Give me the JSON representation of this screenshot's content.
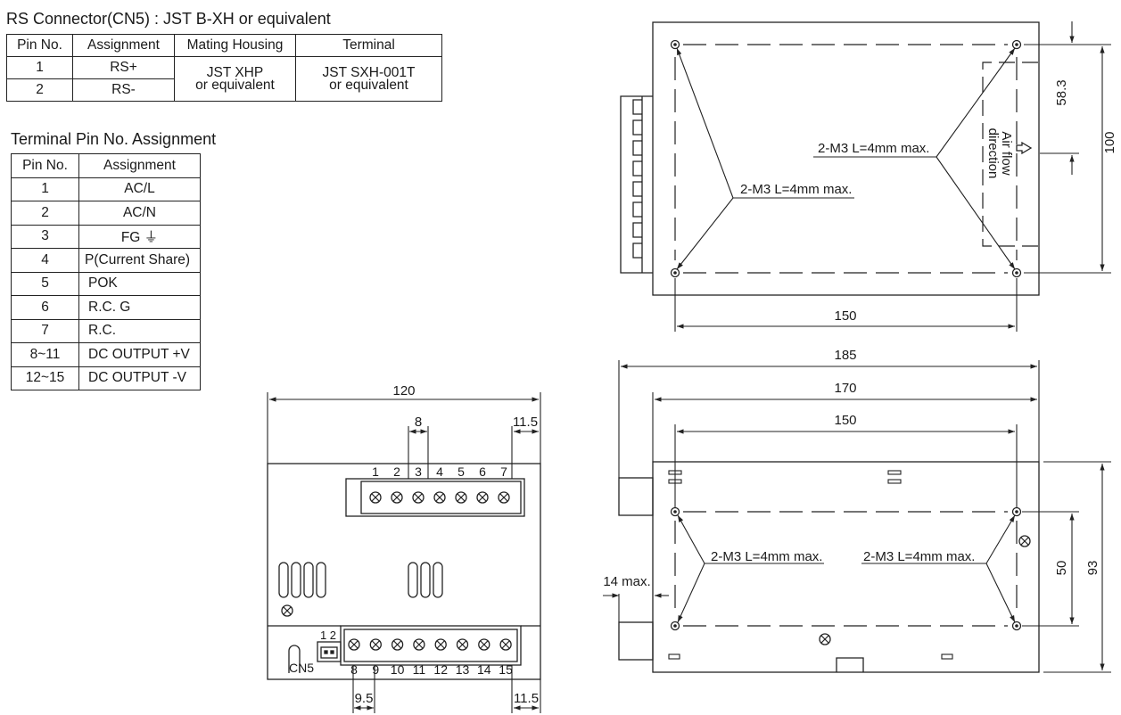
{
  "rs_connector": {
    "title": "RS Connector(CN5) : JST B-XH or equivalent",
    "headers": [
      "Pin No.",
      "Assignment",
      "Mating Housing",
      "Terminal"
    ],
    "rows": [
      {
        "pin": "1",
        "assignment": "RS+"
      },
      {
        "pin": "2",
        "assignment": "RS-"
      }
    ],
    "mating_housing": [
      "JST XHP",
      "or equivalent"
    ],
    "terminal": [
      "JST SXH-001T",
      "or equivalent"
    ]
  },
  "terminal_assignment": {
    "title": "Terminal Pin No.  Assignment",
    "headers": [
      "Pin No.",
      "Assignment"
    ],
    "rows": [
      {
        "pin": "1",
        "assignment": "AC/L"
      },
      {
        "pin": "2",
        "assignment": "AC/N"
      },
      {
        "pin": "3",
        "assignment": "FG ⏚"
      },
      {
        "pin": "4",
        "assignment": "P(Current Share)"
      },
      {
        "pin": "5",
        "assignment": "POK"
      },
      {
        "pin": "6",
        "assignment": "R.C. G"
      },
      {
        "pin": "7",
        "assignment": "R.C."
      },
      {
        "pin": "8~11",
        "assignment": "DC OUTPUT +V"
      },
      {
        "pin": "12~15",
        "assignment": "DC OUTPUT -V"
      }
    ]
  },
  "front_view": {
    "dim_width": "120",
    "dim_pitch_top": "8",
    "dim_edge_top": "11.5",
    "dim_pitch_bottom": "9.5",
    "dim_edge_bottom": "11.5",
    "top_pins": [
      "1",
      "2",
      "3",
      "4",
      "5",
      "6",
      "7"
    ],
    "bottom_pins": [
      "8",
      "9",
      "10",
      "11",
      "12",
      "13",
      "14",
      "15"
    ],
    "cn5_label": "CN5",
    "cn5_pins": "1 2"
  },
  "top_view": {
    "dim_150": "150",
    "dim_100": "100",
    "dim_58_3": "58.3",
    "mount_left": "2-M3 L=4mm max.",
    "mount_right": "2-M3 L=4mm max.",
    "airflow": [
      "Air flow",
      "direction"
    ]
  },
  "side_view": {
    "dim_185": "185",
    "dim_170": "170",
    "dim_150": "150",
    "dim_93": "93",
    "dim_50": "50",
    "dim_14max": "14 max.",
    "mount_left": "2-M3 L=4mm max.",
    "mount_right": "2-M3 L=4mm max."
  }
}
